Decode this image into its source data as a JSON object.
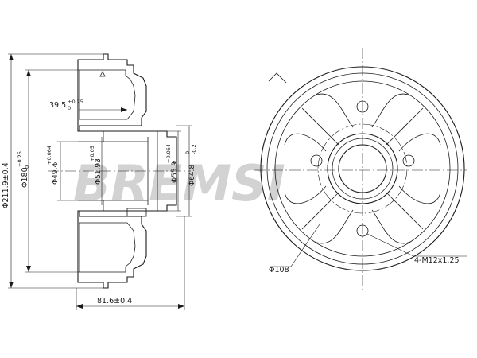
{
  "watermark": {
    "text": "BREMSI",
    "color": "#cfcfcf"
  },
  "colors": {
    "line": "#1a1a1a",
    "background": "#ffffff"
  },
  "side_view": {
    "dims": {
      "overall_diameter": "Φ211.9±0.4",
      "drum_diameter": "Φ180",
      "drum_diameter_tol_upper": "+0.25",
      "drum_diameter_tol_lower": "0",
      "depth": "39.5",
      "depth_tol_upper": "+0.25",
      "depth_tol_lower": "0",
      "bore_small": "Φ49.4",
      "bore_small_tol_upper": "+0.064",
      "bore_small_tol_lower": "0",
      "bore_mid": "Φ51.93",
      "bore_mid_tol_upper": "+0.05",
      "bore_mid_tol_lower": "0",
      "bore_large": "Φ55.9",
      "bore_large_tol_upper": "+0.064",
      "bore_large_tol_lower": "0",
      "hub_diameter": "Φ64.8",
      "hub_diameter_tol_upper": "0",
      "hub_diameter_tol_lower": "-0.2",
      "overall_width": "81.6±0.4"
    }
  },
  "front_view": {
    "bolt_circle": "Φ108",
    "bolt_thread": "4-M12x1.25"
  }
}
